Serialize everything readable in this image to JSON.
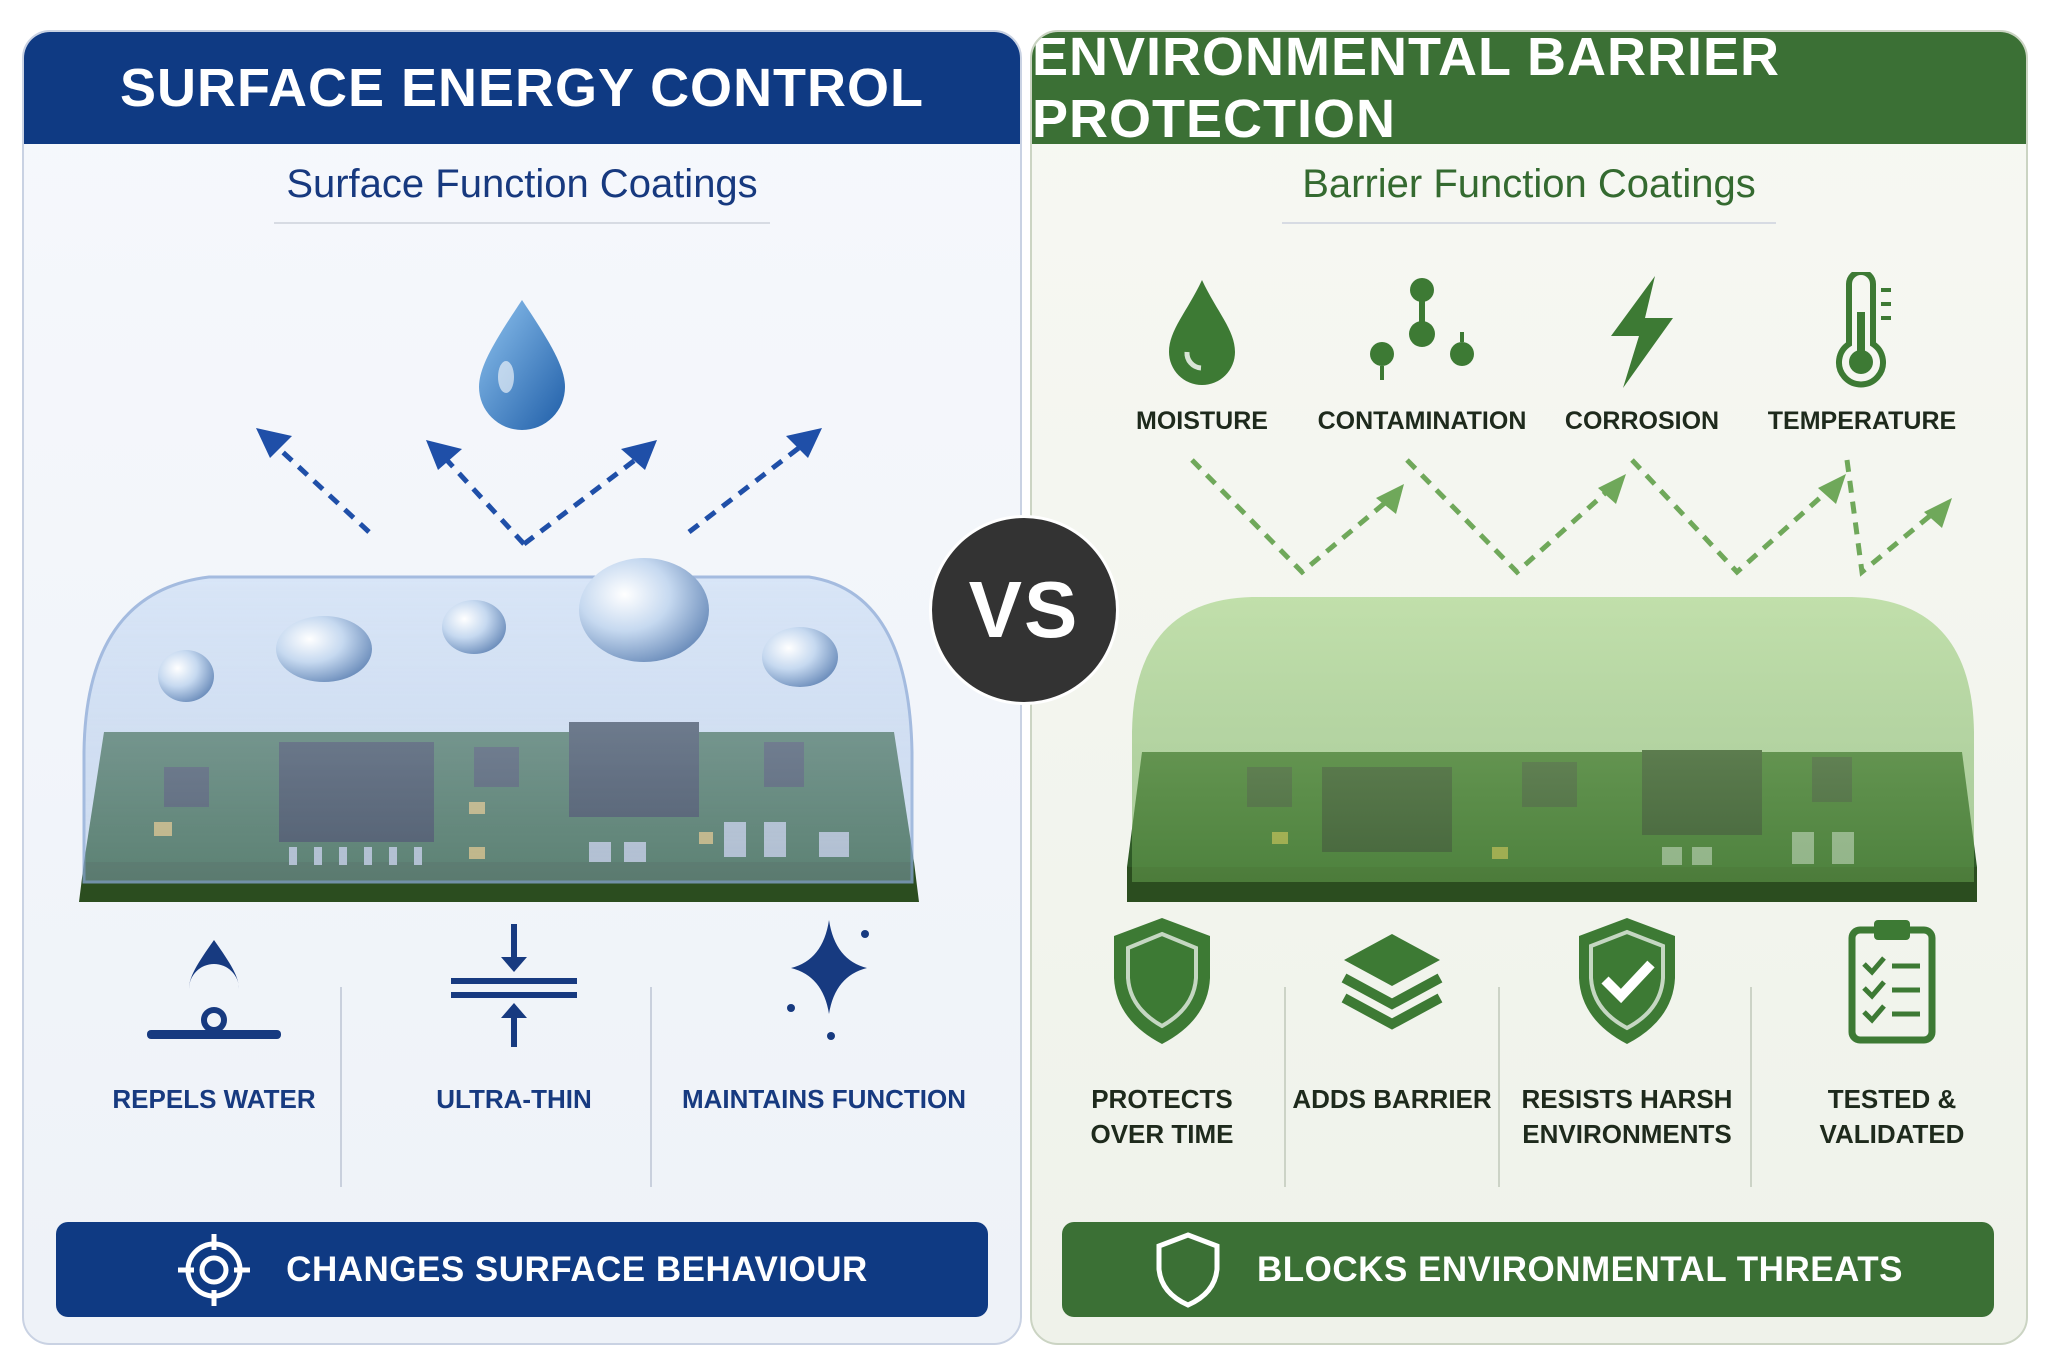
{
  "left": {
    "title": "SURFACE ENERGY CONTROL",
    "subtitle": "Surface Function Coatings",
    "features": [
      {
        "label": "REPELS WATER",
        "icon": "water-drop-on-surface-icon"
      },
      {
        "label": "ULTRA-THIN",
        "icon": "thin-layer-arrows-icon"
      },
      {
        "label": "MAINTAINS FUNCTION",
        "icon": "sparkle-icon"
      }
    ],
    "bottom_label": "CHANGES SURFACE BEHAVIOUR",
    "bottom_icon": "target-icon",
    "color": "#0f3a83"
  },
  "right": {
    "title": "ENVIRONMENTAL BARRIER PROTECTION",
    "subtitle": "Barrier Function Coatings",
    "threats": [
      {
        "label": "MOISTURE",
        "icon": "droplet-icon"
      },
      {
        "label": "CONTAMINATION",
        "icon": "particles-icon"
      },
      {
        "label": "CORROSION",
        "icon": "lightning-icon"
      },
      {
        "label": "TEMPERATURE",
        "icon": "thermometer-icon"
      }
    ],
    "features": [
      {
        "label": "PROTECTS OVER TIME",
        "icon": "shield-icon"
      },
      {
        "label": "ADDS BARRIER",
        "icon": "layers-icon"
      },
      {
        "label": "RESISTS HARSH ENVIRONMENTS",
        "icon": "shield-check-icon"
      },
      {
        "label": "TESTED & VALIDATED",
        "icon": "clipboard-check-icon"
      }
    ],
    "bottom_label": "BLOCKS ENVIRONMENTAL THREATS",
    "bottom_icon": "shield-outline-icon",
    "color": "#3b7035"
  },
  "vs_label": "VS"
}
